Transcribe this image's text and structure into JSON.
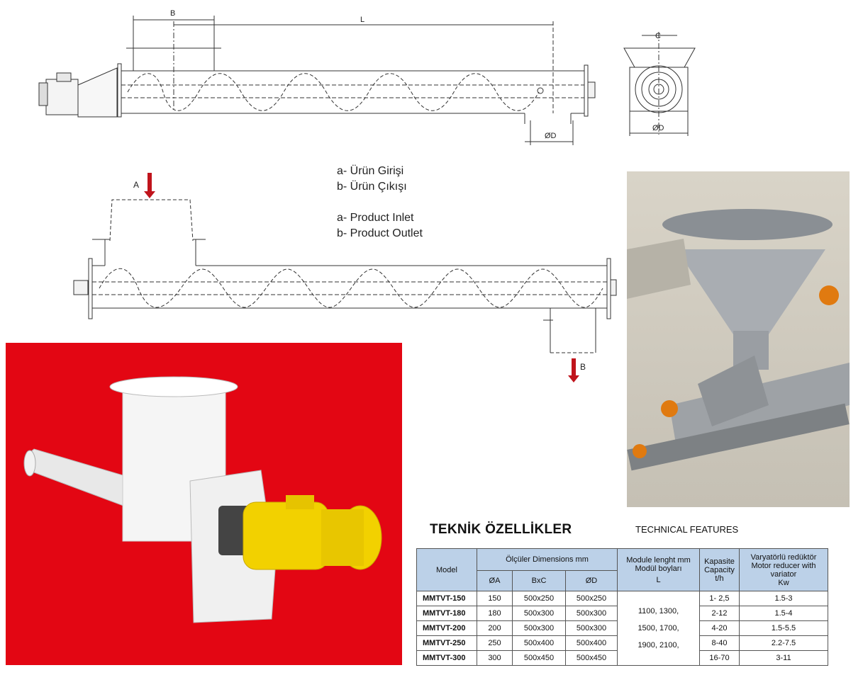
{
  "drawing_top": {
    "label_b": "B",
    "label_l": "L",
    "label_od": "ØD"
  },
  "drawing_side": {
    "label_c": "C",
    "label_od": "ØD"
  },
  "drawing_flow": {
    "label_a": "A",
    "label_b": "B"
  },
  "legend": {
    "tr_inlet": "a- Ürün Girişi",
    "tr_outlet": "b- Ürün Çıkışı",
    "en_inlet": "a- Product Inlet",
    "en_outlet": "b- Product Outlet"
  },
  "table": {
    "title_tr": "TEKNİK ÖZELLİKLER",
    "title_en": "TECHNICAL FEATURES",
    "col_model": "Model",
    "col_dimensions": "Ölçüler  Dimensions  mm",
    "col_oa": "ØA",
    "col_bxc": "BxC",
    "col_od": "ØD",
    "col_module_en": "Module lenght  mm",
    "col_module_tr": "Modül boyları",
    "col_module_l": "L",
    "col_capacity_tr": "Kapasite",
    "col_capacity_en": "Capacity",
    "col_capacity_unit": "t/h",
    "col_reducer_tr": "Varyatörlü redüktör",
    "col_reducer_en1": "Motor reducer with",
    "col_reducer_en2": "variator",
    "col_reducer_unit": "Kw",
    "lengths": [
      "1100, 1300,",
      "1500, 1700,",
      "1900, 2100,"
    ],
    "rows": [
      {
        "model": "MMTVT-150",
        "oa": "150",
        "bxc": "500x250",
        "od": "500x250",
        "capacity": "1- 2,5",
        "reducer": "1.5-3"
      },
      {
        "model": "MMTVT-180",
        "oa": "180",
        "bxc": "500x300",
        "od": "500x300",
        "capacity": "2-12",
        "reducer": "1.5-4"
      },
      {
        "model": "MMTVT-200",
        "oa": "200",
        "bxc": "500x300",
        "od": "500x300",
        "capacity": "4-20",
        "reducer": "1.5-5.5"
      },
      {
        "model": "MMTVT-250",
        "oa": "250",
        "bxc": "500x400",
        "od": "500x400",
        "capacity": "8-40",
        "reducer": "2.2-7.5"
      },
      {
        "model": "MMTVT-300",
        "oa": "300",
        "bxc": "500x450",
        "od": "500x450",
        "capacity": "16-70",
        "reducer": "3-11"
      }
    ]
  },
  "colors": {
    "red_bg": "#e30613",
    "header_bg": "#bcd1e8",
    "motor_yellow": "#f2d100",
    "arrow_red": "#c0141c"
  }
}
